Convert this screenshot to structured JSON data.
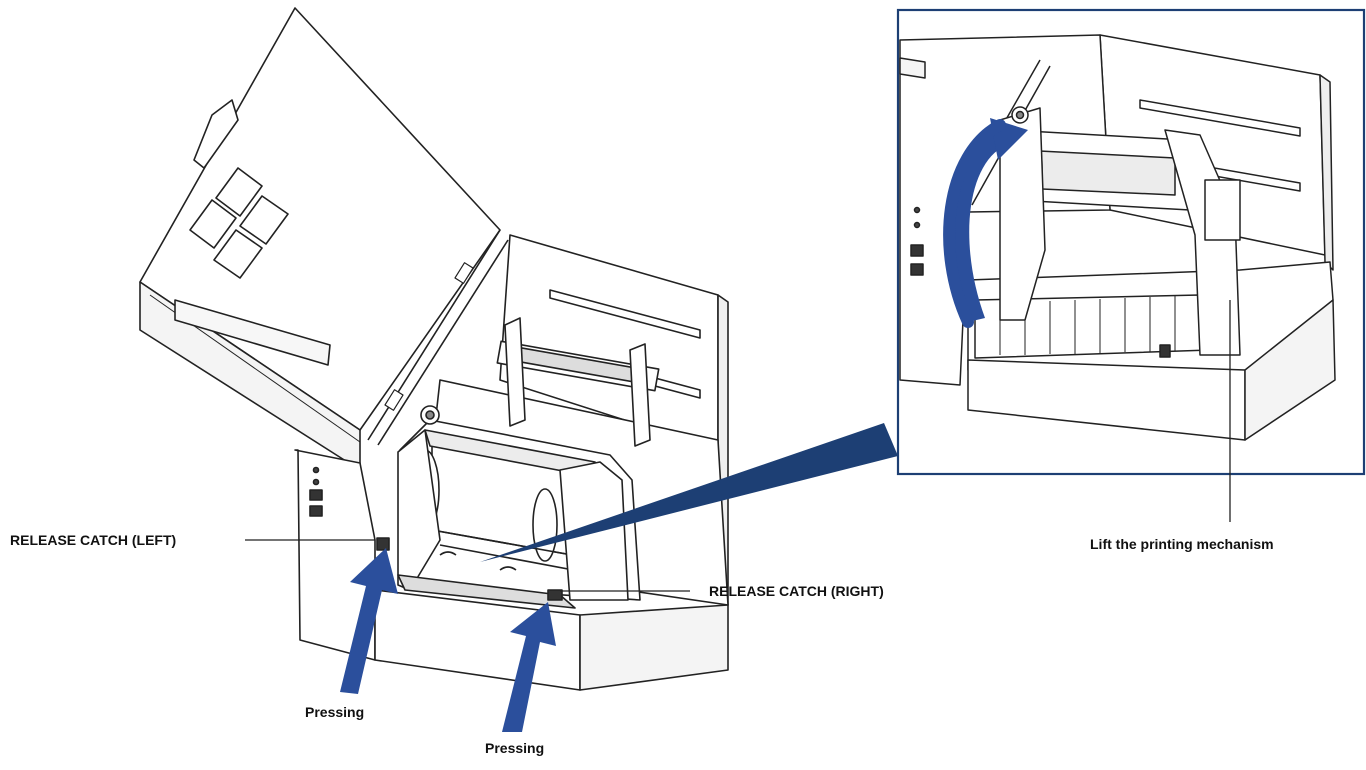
{
  "labels": {
    "release_left": "RELEASE CATCH (LEFT)",
    "release_right": "RELEASE CATCH (RIGHT)",
    "pressing_left": "Pressing",
    "pressing_right": "Pressing",
    "lift": "Lift the printing mechanism"
  },
  "colors": {
    "arrow": "#2b4f9c",
    "beam": "#1d3f74",
    "inset_border": "#1d3f74",
    "line": "#222222"
  },
  "icons": [
    "printer-open-illustration",
    "printer-mechanism-illustration",
    "press-arrow",
    "lift-arrow"
  ]
}
